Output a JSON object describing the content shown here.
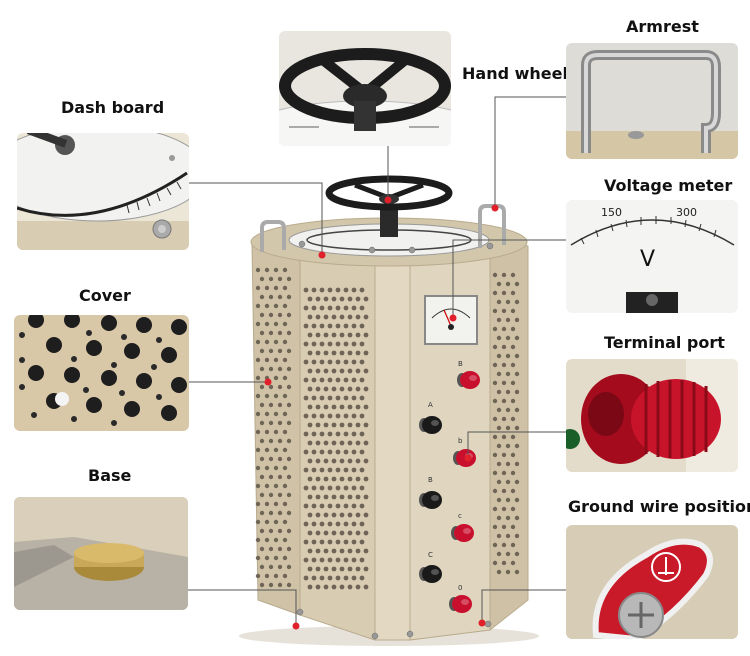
{
  "callouts": {
    "dash_board": "Dash board",
    "hand_wheel": "Hand wheel",
    "armrest": "Armrest",
    "voltage_meter": "Voltage meter",
    "cover": "Cover",
    "terminal_port": "Terminal port",
    "base": "Base",
    "ground_wire_position": "Ground wire position"
  },
  "meter": {
    "tick_150": "150",
    "tick_300": "300",
    "unit": "V"
  },
  "terminals": {
    "left_labels": [
      "A",
      "B",
      "C"
    ],
    "right_labels": [
      "B",
      "b",
      "c",
      "0"
    ]
  },
  "colors": {
    "body": "#d9cdb4",
    "terminal_red": "#c8102e",
    "terminal_black": "#1a1a1a",
    "leader_line": "#555555",
    "marker_dot": "#e0202a"
  }
}
